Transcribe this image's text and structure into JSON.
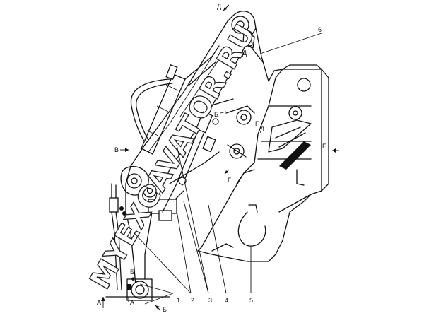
{
  "callouts": [
    {
      "id": "1",
      "text": "1"
    },
    {
      "id": "2",
      "text": "2"
    },
    {
      "id": "3",
      "text": "3"
    },
    {
      "id": "4",
      "text": "4"
    },
    {
      "id": "5",
      "text": "5"
    },
    {
      "id": "6",
      "text": "6"
    }
  ],
  "view_marks": [
    {
      "id": "A-left",
      "text": "A"
    },
    {
      "id": "A-right",
      "text": "A"
    },
    {
      "id": "B-bottom",
      "text": "Б"
    },
    {
      "id": "B-mid",
      "text": "Б"
    },
    {
      "id": "B-upper",
      "text": "Б"
    },
    {
      "id": "V",
      "text": "В"
    },
    {
      "id": "G-lower",
      "text": "Г"
    },
    {
      "id": "G-upper",
      "text": "Г"
    },
    {
      "id": "D-top",
      "text": "Д"
    },
    {
      "id": "D-upper",
      "text": "Д"
    },
    {
      "id": "D-mid",
      "text": "Д"
    },
    {
      "id": "E",
      "text": "Е"
    }
  ],
  "watermark": {
    "text": "MYEXCAVATOR.RU"
  }
}
